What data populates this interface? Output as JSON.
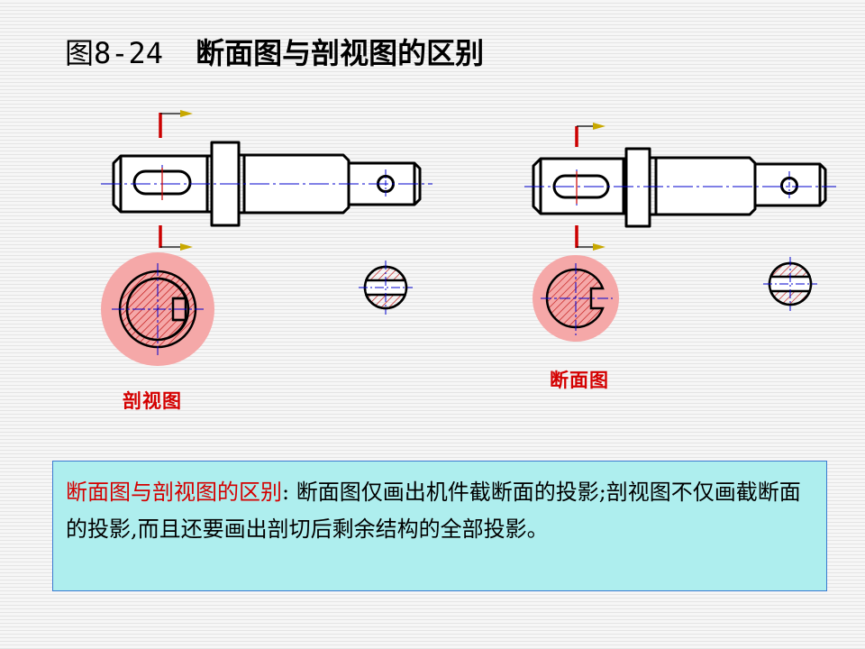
{
  "title": {
    "figure_number": "图8-24",
    "text": "断面图与剖视图的区别"
  },
  "labels": {
    "sectional_view": "剖视图",
    "cross_section": "断面图"
  },
  "note": {
    "lead": "断面图与剖视图的区别",
    "colon": ": ",
    "body": "断面图仅画出机件截断面的投影;剖视图不仅画截断面的投影,而且还要画出剖切后剩余结构的全部投影。"
  },
  "colors": {
    "outline": "#000000",
    "centerline": "#0000cc",
    "cut_marker": "#cc0000",
    "arrow": "#c8a800",
    "highlight": "#f5a8a8",
    "hatch": "#c01010",
    "note_background": "#aeeeee",
    "label_text": "#d40000"
  }
}
